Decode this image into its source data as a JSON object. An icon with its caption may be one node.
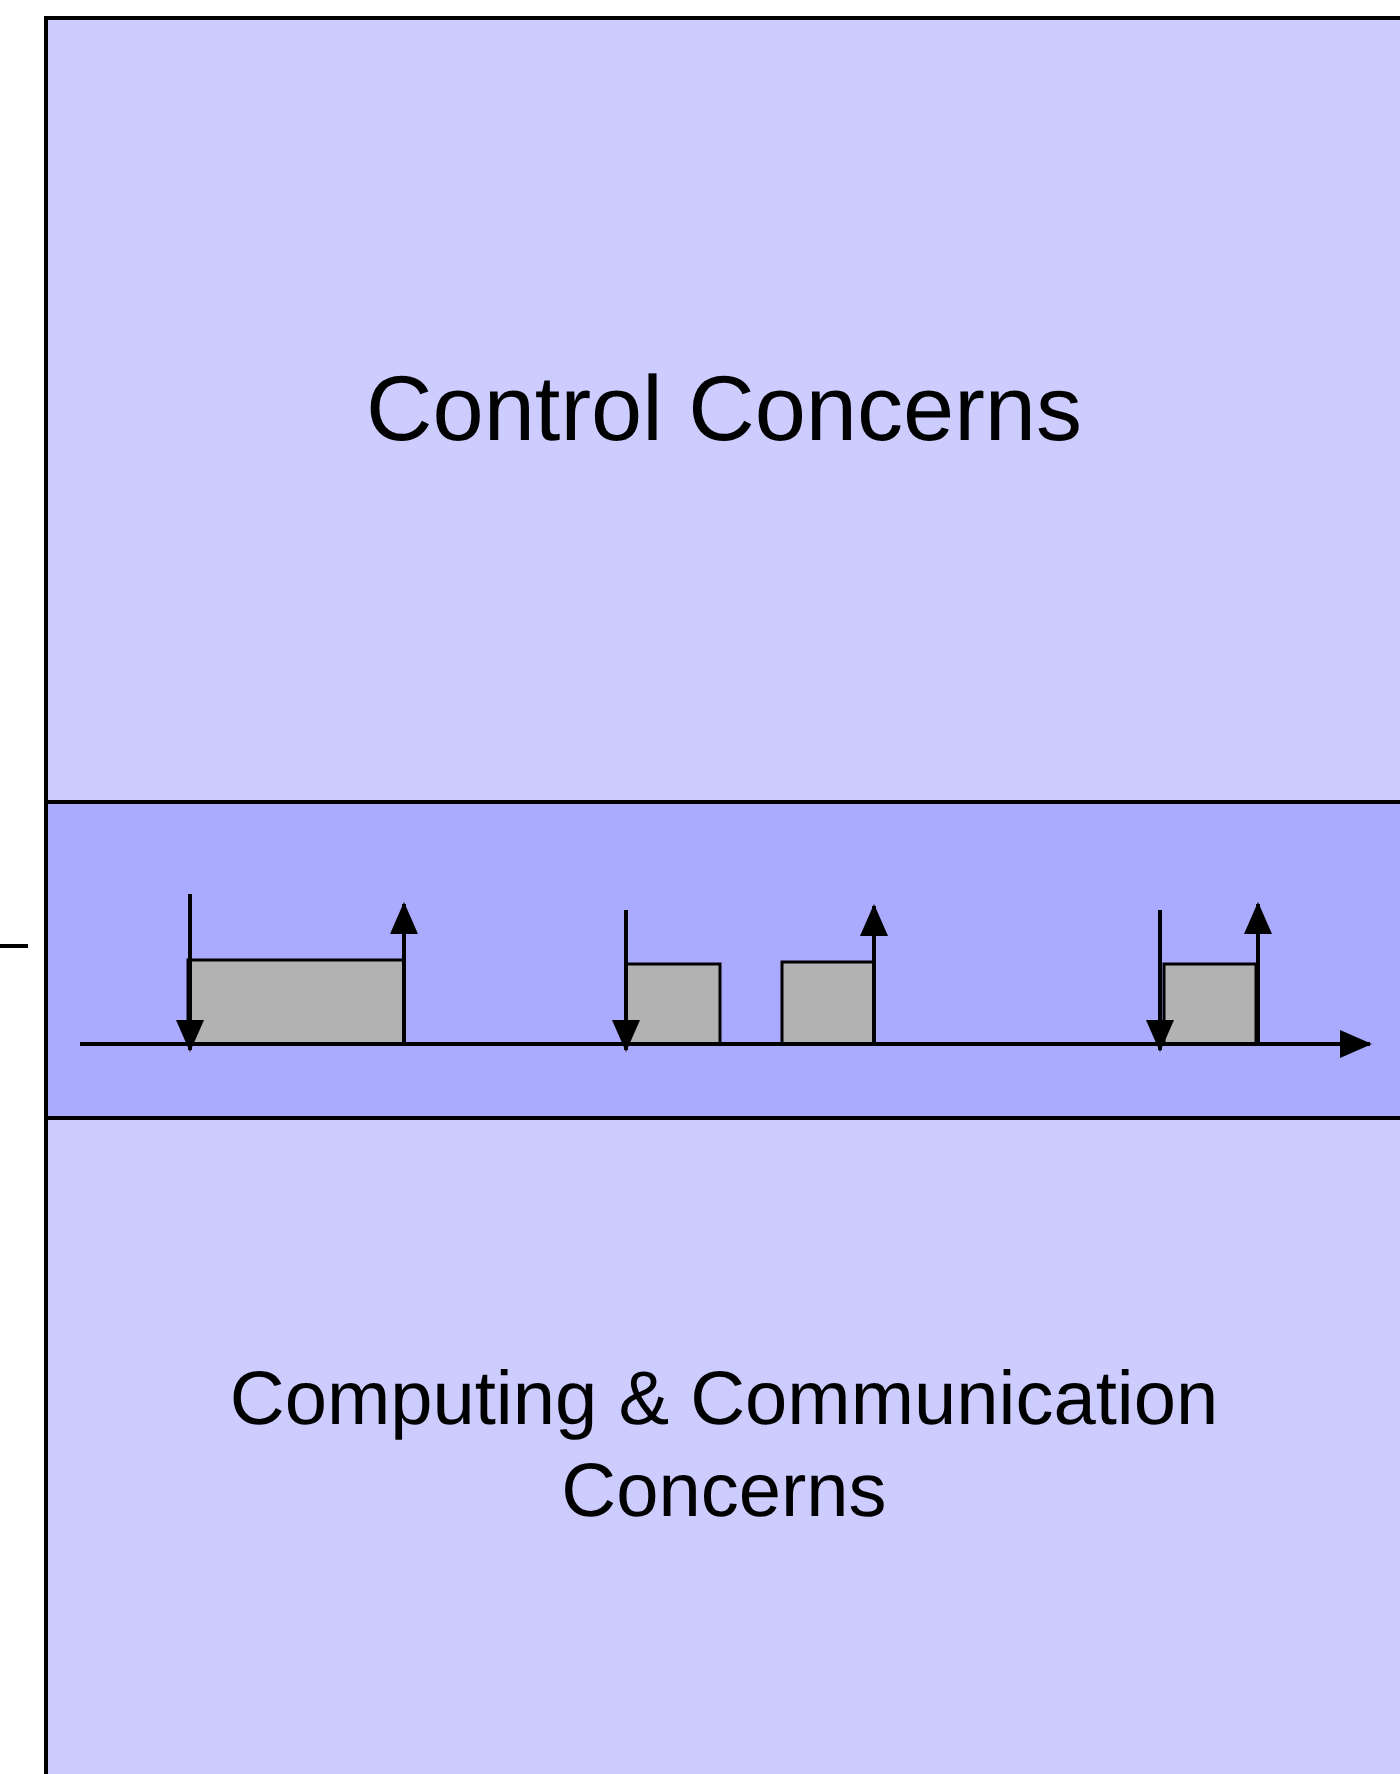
{
  "diagram": {
    "nodes": [
      {
        "text": [
          "Control Concerns"
        ]
      },
      {
        "text": [],
        "shape": "box"
      },
      {
        "text": [
          "Computing & Communication Concerns"
        ]
      }
    ]
  }
}
